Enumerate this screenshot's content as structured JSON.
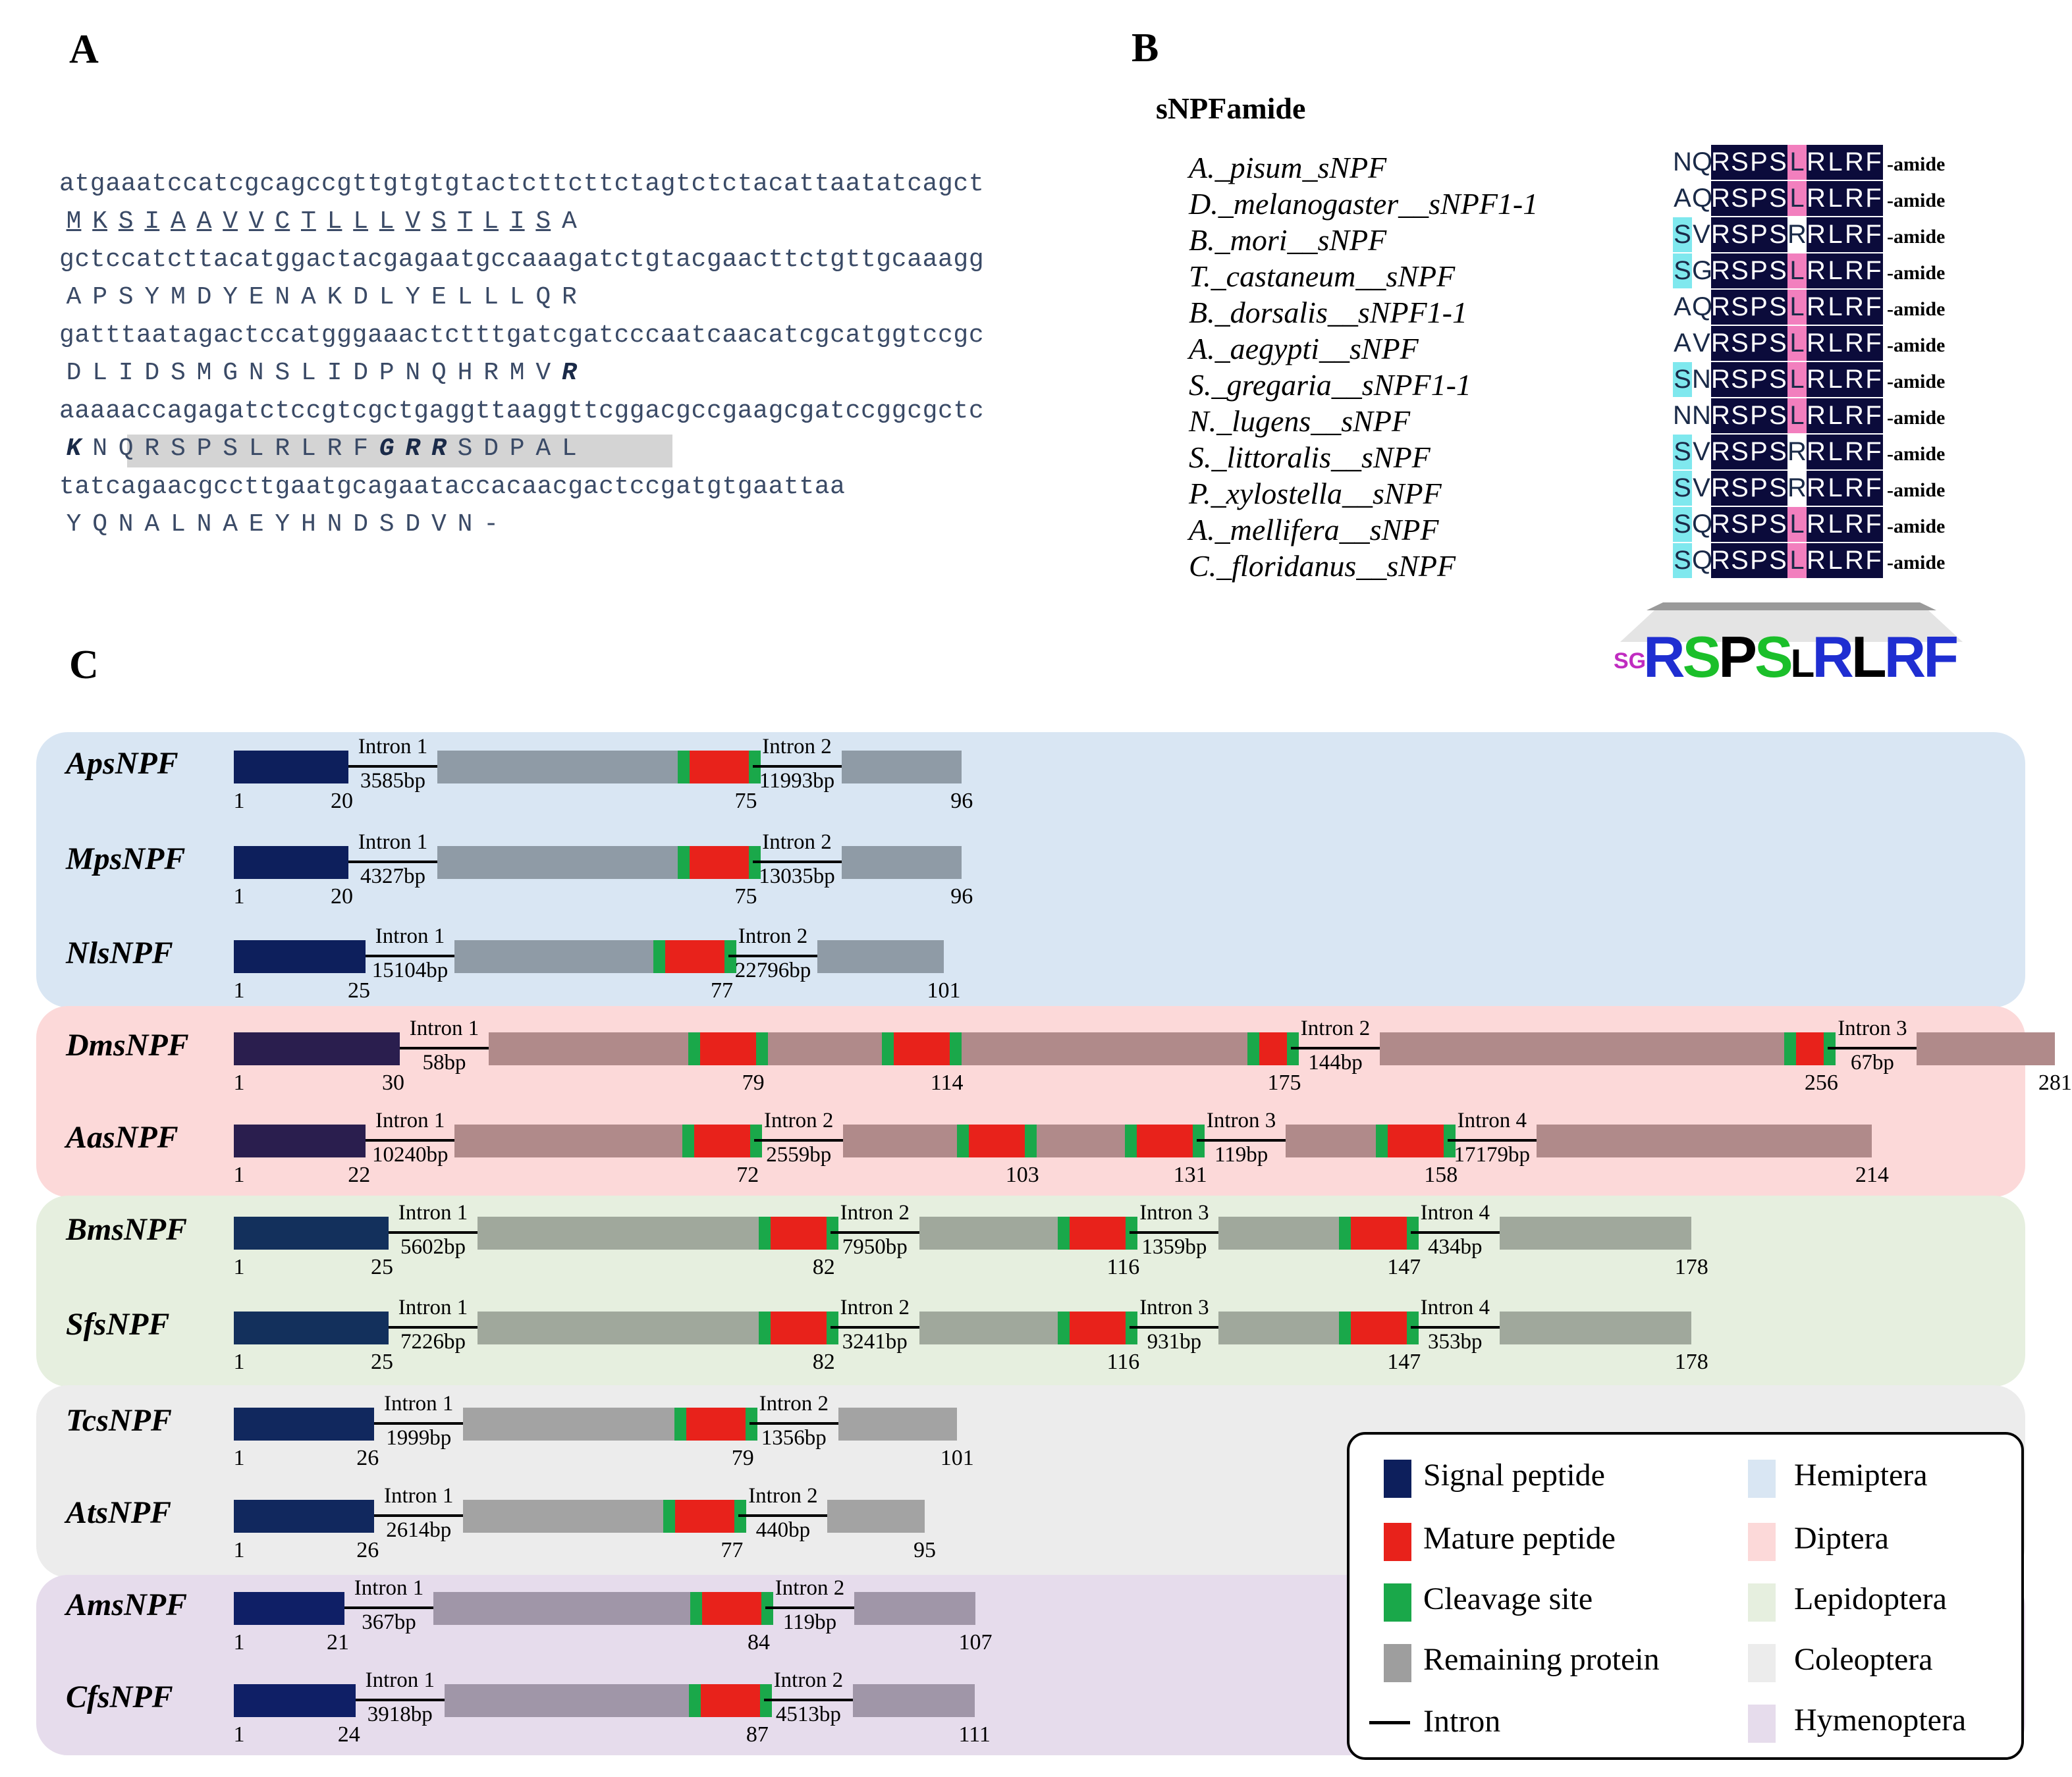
{
  "panels": {
    "a": "A",
    "b": "B",
    "c": "C"
  },
  "panelA": {
    "dna": [
      "atgaaatccatcgcagccgttgtgtgtactcttcttctagtctctacattaatatcagct",
      "gctccatcttacatggactacgagaatgccaaagatctgtacgaacttctgttgcaaagg",
      "gatttaatagactccatgggaaactctttgatcgatcccaatcaacatcgcatggtccgc",
      "aaaaaccagagatctccgtcgctgaggttaaggttcggacgccgaagcgatccggcgctc",
      "tatcagaacgccttgaatgcagaataccacaacgactccgatgtgaattaa"
    ],
    "protein": [
      [
        "M",
        "K",
        "S",
        "I",
        "A",
        "A",
        "V",
        "V",
        "C",
        "T",
        "L",
        "L",
        "L",
        "V",
        "S",
        "T",
        "L",
        "I",
        "S",
        "A"
      ],
      [
        "A",
        "P",
        "S",
        "Y",
        "M",
        "D",
        "Y",
        "E",
        "N",
        "A",
        "K",
        "D",
        "L",
        "Y",
        "E",
        "L",
        "L",
        "L",
        "Q",
        "R"
      ],
      [
        "D",
        "L",
        "I",
        "D",
        "S",
        "M",
        "G",
        "N",
        "S",
        "L",
        "I",
        "D",
        "P",
        "N",
        "Q",
        "H",
        "R",
        "M",
        "V",
        "R"
      ],
      [
        "K",
        "N",
        "Q",
        "R",
        "S",
        "P",
        "S",
        "L",
        "R",
        "L",
        "R",
        "F",
        "G",
        "R",
        "R",
        "S",
        "D",
        "P",
        "A",
        "L"
      ],
      [
        "Y",
        "Q",
        "N",
        "A",
        "L",
        "N",
        "A",
        "E",
        "Y",
        "H",
        "N",
        "D",
        "S",
        "D",
        "V",
        "N",
        "-"
      ]
    ]
  },
  "panelB": {
    "title": "sNPFamide",
    "amide_label": "-amide",
    "logo": "RSPSLRLRF",
    "entries": [
      {
        "species": "A._pisum_sNPF",
        "seq": "NQRSPSLRLRF"
      },
      {
        "species": "D._melanogaster__sNPF1-1",
        "seq": "AQRSPSLRLRF"
      },
      {
        "species": "B._mori__sNPF",
        "seq": "SVRSPSRRLRF"
      },
      {
        "species": "T._castaneum__sNPF",
        "seq": "SGRSPSLRLRF"
      },
      {
        "species": "B._dorsalis__sNPF1-1",
        "seq": "AQRSPSLRLRF"
      },
      {
        "species": "A._aegypti__sNPF",
        "seq": "AVRSPSLRLRF"
      },
      {
        "species": "S._gregaria__sNPF1-1",
        "seq": "SNRSPSLRLRF"
      },
      {
        "species": "N._lugens__sNPF",
        "seq": "NNRSPSLRLRF"
      },
      {
        "species": "S._littoralis__sNPF",
        "seq": "SVRSPSRRLRF"
      },
      {
        "species": "P._xylostella__sNPF",
        "seq": "SVRSPSRRLRF"
      },
      {
        "species": "A._mellifera__sNPF",
        "seq": "SQRSPSLRLRF"
      },
      {
        "species": "C._floridanus__sNPF",
        "seq": "SQRSPSLRLRF"
      }
    ]
  },
  "panelC": {
    "colors": {
      "signal": "#0d1f5c",
      "mature": "#e8221b",
      "cleavage": "#1aa84a",
      "remaining": "#9e9e9e",
      "hemiptera": "#d9e6f3",
      "diptera": "#fcd9d9",
      "lepidoptera": "#e6efdf",
      "coleoptera": "#ececec",
      "hymenoptera": "#e6dcec"
    },
    "genes": [
      {
        "name": "ApsNPF",
        "order": "hemiptera",
        "length": 96,
        "signal": 20,
        "mature": [
          75
        ],
        "introns": [
          {
            "label": "Intron 1",
            "size": "3585bp",
            "after": 20
          },
          {
            "label": "Intron 2",
            "size": "11993bp",
            "after": 75
          }
        ],
        "ticks": [
          "1",
          "20",
          "75",
          "96"
        ]
      },
      {
        "name": "MpsNPF",
        "order": "hemiptera",
        "length": 96,
        "signal": 20,
        "mature": [
          75
        ],
        "introns": [
          {
            "label": "Intron 1",
            "size": "4327bp",
            "after": 20
          },
          {
            "label": "Intron 2",
            "size": "13035bp",
            "after": 75
          }
        ],
        "ticks": [
          "1",
          "20",
          "75",
          "96"
        ]
      },
      {
        "name": "NlsNPF",
        "order": "hemiptera",
        "length": 101,
        "signal": 25,
        "mature": [
          77
        ],
        "introns": [
          {
            "label": "Intron 1",
            "size": "15104bp",
            "after": 25
          },
          {
            "label": "Intron 2",
            "size": "22796bp",
            "after": 77
          }
        ],
        "ticks": [
          "1",
          "25",
          "77",
          "101"
        ]
      },
      {
        "name": "DmsNPF",
        "order": "diptera",
        "length": 281,
        "signal": 30,
        "mature": [
          79,
          114,
          175,
          256
        ],
        "introns": [
          {
            "label": "Intron 1",
            "size": "58bp",
            "after": 30
          },
          {
            "label": "Intron 2",
            "size": "144bp",
            "after": 175
          },
          {
            "label": "Intron 3",
            "size": "67bp",
            "after": 256
          }
        ],
        "ticks": [
          "1",
          "30",
          "79",
          "114",
          "175",
          "256",
          "281"
        ]
      },
      {
        "name": "AasNPF",
        "order": "diptera",
        "length": 214,
        "signal": 22,
        "mature": [
          72,
          103,
          131,
          158
        ],
        "introns": [
          {
            "label": "Intron 1",
            "size": "10240bp",
            "after": 22
          },
          {
            "label": "Intron 2",
            "size": "2559bp",
            "after": 72
          },
          {
            "label": "Intron 3",
            "size": "119bp",
            "after": 131
          },
          {
            "label": "Intron 4",
            "size": "17179bp",
            "after": 158
          }
        ],
        "ticks": [
          "1",
          "22",
          "72",
          "103",
          "131",
          "158",
          "214"
        ]
      },
      {
        "name": "BmsNPF",
        "order": "lepidoptera",
        "length": 178,
        "signal": 25,
        "mature": [
          82,
          116,
          147
        ],
        "introns": [
          {
            "label": "Intron 1",
            "size": "5602bp",
            "after": 25
          },
          {
            "label": "Intron 2",
            "size": "7950bp",
            "after": 82
          },
          {
            "label": "Intron 3",
            "size": "1359bp",
            "after": 116
          },
          {
            "label": "Intron 4",
            "size": "434bp",
            "after": 147
          }
        ],
        "ticks": [
          "1",
          "25",
          "82",
          "116",
          "147",
          "178"
        ]
      },
      {
        "name": "SfsNPF",
        "order": "lepidoptera",
        "length": 178,
        "signal": 25,
        "mature": [
          82,
          116,
          147
        ],
        "introns": [
          {
            "label": "Intron 1",
            "size": "7226bp",
            "after": 25
          },
          {
            "label": "Intron 2",
            "size": "3241bp",
            "after": 82
          },
          {
            "label": "Intron 3",
            "size": "931bp",
            "after": 116
          },
          {
            "label": "Intron 4",
            "size": "353bp",
            "after": 147
          }
        ],
        "ticks": [
          "1",
          "25",
          "82",
          "116",
          "147",
          "178"
        ]
      },
      {
        "name": "TcsNPF",
        "order": "coleoptera",
        "length": 101,
        "signal": 26,
        "mature": [
          79
        ],
        "introns": [
          {
            "label": "Intron 1",
            "size": "1999bp",
            "after": 26
          },
          {
            "label": "Intron 2",
            "size": "1356bp",
            "after": 79
          }
        ],
        "ticks": [
          "1",
          "26",
          "79",
          "101"
        ]
      },
      {
        "name": "AtsNPF",
        "order": "coleoptera",
        "length": 95,
        "signal": 26,
        "mature": [
          77
        ],
        "introns": [
          {
            "label": "Intron 1",
            "size": "2614bp",
            "after": 26
          },
          {
            "label": "Intron 2",
            "size": "440bp",
            "after": 77
          }
        ],
        "ticks": [
          "1",
          "26",
          "77",
          "95"
        ]
      },
      {
        "name": "AmsNPF",
        "order": "hymenoptera",
        "length": 107,
        "signal": 21,
        "mature": [
          84
        ],
        "introns": [
          {
            "label": "Intron 1",
            "size": "367bp",
            "after": 21
          },
          {
            "label": "Intron 2",
            "size": "119bp",
            "after": 84
          }
        ],
        "ticks": [
          "1",
          "21",
          "84",
          "107"
        ]
      },
      {
        "name": "CfsNPF",
        "order": "hymenoptera",
        "length": 111,
        "signal": 24,
        "mature": [
          87
        ],
        "introns": [
          {
            "label": "Intron 1",
            "size": "3918bp",
            "after": 24
          },
          {
            "label": "Intron 2",
            "size": "4513bp",
            "after": 87
          }
        ],
        "ticks": [
          "1",
          "24",
          "87",
          "111"
        ]
      }
    ],
    "legend": {
      "features": [
        "Signal peptide",
        "Mature peptide",
        "Cleavage site",
        "Remaining protein",
        "Intron"
      ],
      "orders": [
        "Hemiptera",
        "Diptera",
        "Lepidoptera",
        "Coleoptera",
        "Hymenoptera"
      ]
    }
  }
}
